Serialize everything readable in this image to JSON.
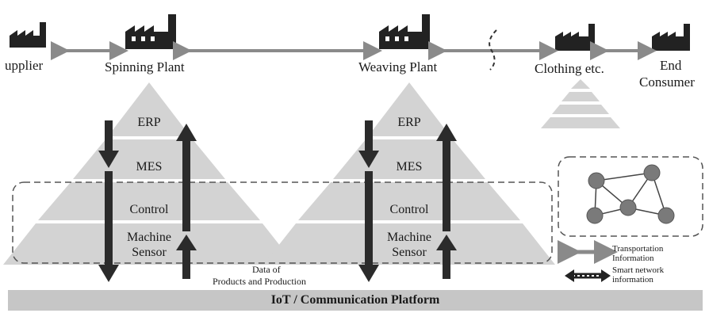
{
  "stages": {
    "supplier": "upplier",
    "spinning": "Spinning Plant",
    "weaving": "Weaving Plant",
    "clothing": "Clothing etc.",
    "end_consumer_line1": "End",
    "end_consumer_line2": "Consumer"
  },
  "pyramid_levels": {
    "erp": "ERP",
    "mes": "MES",
    "control": "Control",
    "machine": "Machine",
    "sensor": "Sensor"
  },
  "data_label": {
    "line1": "Data of",
    "line2": "Products and Production"
  },
  "legend": {
    "transport_line1": "Transportation",
    "transport_line2": "Information",
    "smart_line1": "Smart network",
    "smart_line2": "information"
  },
  "platform": "IoT / Communication Platform",
  "colors": {
    "pyramid": "#d3d3d3",
    "arrow_dark": "#2b2b2b",
    "connector": "#8a8a8a",
    "node": "#7a7a7a",
    "platform": "#c6c6c6"
  },
  "icons": [
    "factory-icon",
    "network-graph-icon"
  ]
}
